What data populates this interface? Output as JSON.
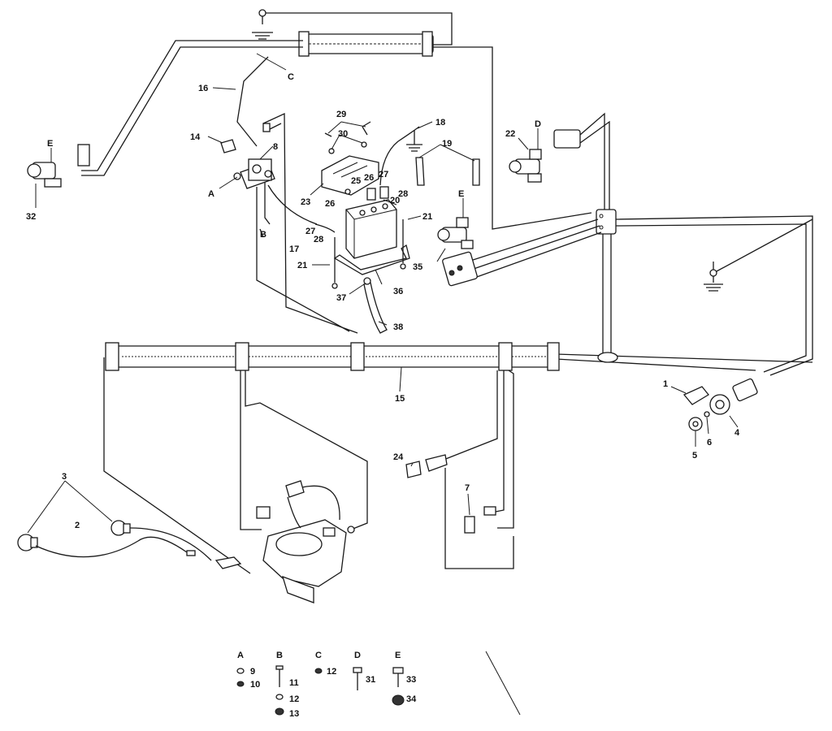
{
  "callouts": {
    "n1": "1",
    "n2": "2",
    "n3": "3",
    "n4": "4",
    "n5": "5",
    "n6": "6",
    "n7": "7",
    "n8": "8",
    "n14": "14",
    "n15": "15",
    "n16": "16",
    "n17": "17",
    "n18": "18",
    "n19": "19",
    "n20": "20",
    "n21a": "21",
    "n21b": "21",
    "n22": "22",
    "n23": "23",
    "n24": "24",
    "n25": "25",
    "n26a": "26",
    "n26b": "26",
    "n27a": "27",
    "n27b": "27",
    "n28a": "28",
    "n28b": "28",
    "n29": "29",
    "n30": "30",
    "n32": "32",
    "n35": "35",
    "n36": "36",
    "n37": "37",
    "n38": "38"
  },
  "ref_letters": {
    "a": "A",
    "b": "B",
    "c": "C",
    "d": "D",
    "e1": "E",
    "e2": "E"
  },
  "hardware_key": {
    "A": {
      "letter": "A",
      "items": [
        "9",
        "10"
      ]
    },
    "B": {
      "letter": "B",
      "items": [
        "11",
        "12",
        "13"
      ]
    },
    "C": {
      "letter": "C",
      "items": [
        "12"
      ]
    },
    "D": {
      "letter": "D",
      "items": [
        "31"
      ]
    },
    "E": {
      "letter": "E",
      "items": [
        "33",
        "34"
      ]
    }
  }
}
